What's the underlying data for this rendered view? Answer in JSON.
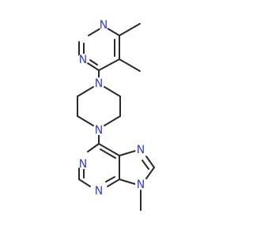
{
  "molecule": {
    "atoms": {
      "n_pyr_1": "N",
      "n_pyr_2": "N",
      "n_pip_top": "N",
      "n_pip_bottom": "N",
      "n_purine_7": "N",
      "n_purine_1": "N",
      "n_purine_3": "N",
      "n_purine_9": "N"
    },
    "colors": {
      "bond": "#2a2a2a",
      "nitrogen": "#2f3fc8",
      "background": "#ffffff"
    }
  }
}
